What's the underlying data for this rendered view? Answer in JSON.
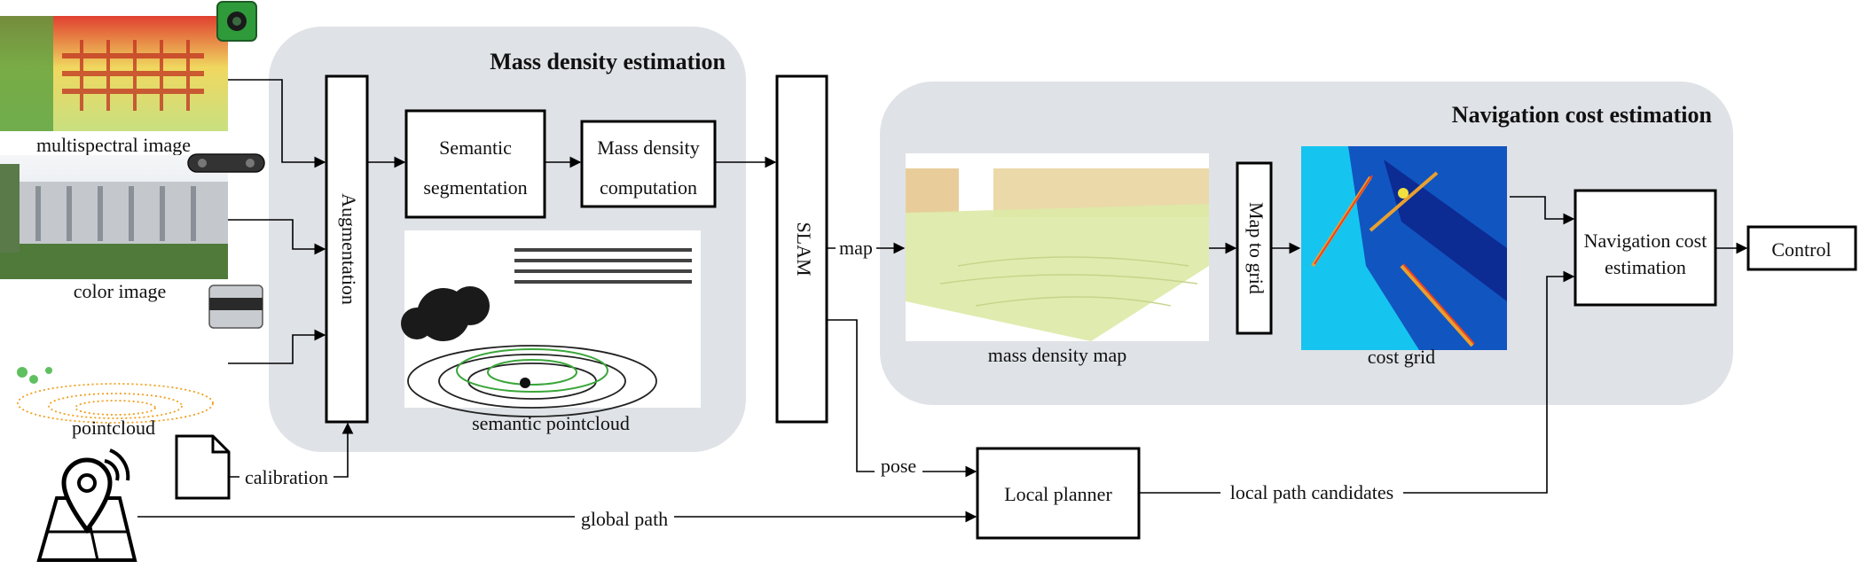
{
  "colors": {
    "group_bg": "#dfe2e6",
    "box_border": "#000000",
    "pointcloud_green": "#3aa63a",
    "costgrid_cyan": "#16c4f0",
    "costgrid_blue": "#1030b0",
    "density_yellow": "#d8e6a0",
    "thermal_red": "#d83a2a",
    "thermal_yellow": "#f0e86a"
  },
  "groups": {
    "mass_density": {
      "title": "Mass density estimation"
    },
    "navigation_cost": {
      "title": "Navigation cost estimation"
    }
  },
  "inputs": {
    "multispectral": {
      "caption": "multispectral image",
      "icon": "multispectral-camera-icon"
    },
    "color": {
      "caption": "color image",
      "icon": "stereo-camera-icon"
    },
    "pointcloud": {
      "caption": "pointcloud",
      "icon": "lidar-sensor-icon"
    },
    "calibration_icon": "document-icon",
    "map_pin_icon": "map-location-icon"
  },
  "boxes": {
    "augmentation": "Augmentation",
    "semantic_segmentation": [
      "Semantic",
      "segmentation"
    ],
    "mass_density_computation": [
      "Mass density",
      "computation"
    ],
    "slam": "SLAM",
    "map_to_grid": "Map to grid",
    "navigation_cost_estimation": [
      "Navigation cost",
      "estimation"
    ],
    "control": "Control",
    "local_planner": "Local planner"
  },
  "images": {
    "semantic_pointcloud": "semantic pointcloud",
    "mass_density_map": "mass density map",
    "cost_grid": "cost grid"
  },
  "edges": {
    "calibration": "calibration",
    "map": "map",
    "pose": "pose",
    "global_path": "global path",
    "local_path_candidates": "local path candidates"
  }
}
